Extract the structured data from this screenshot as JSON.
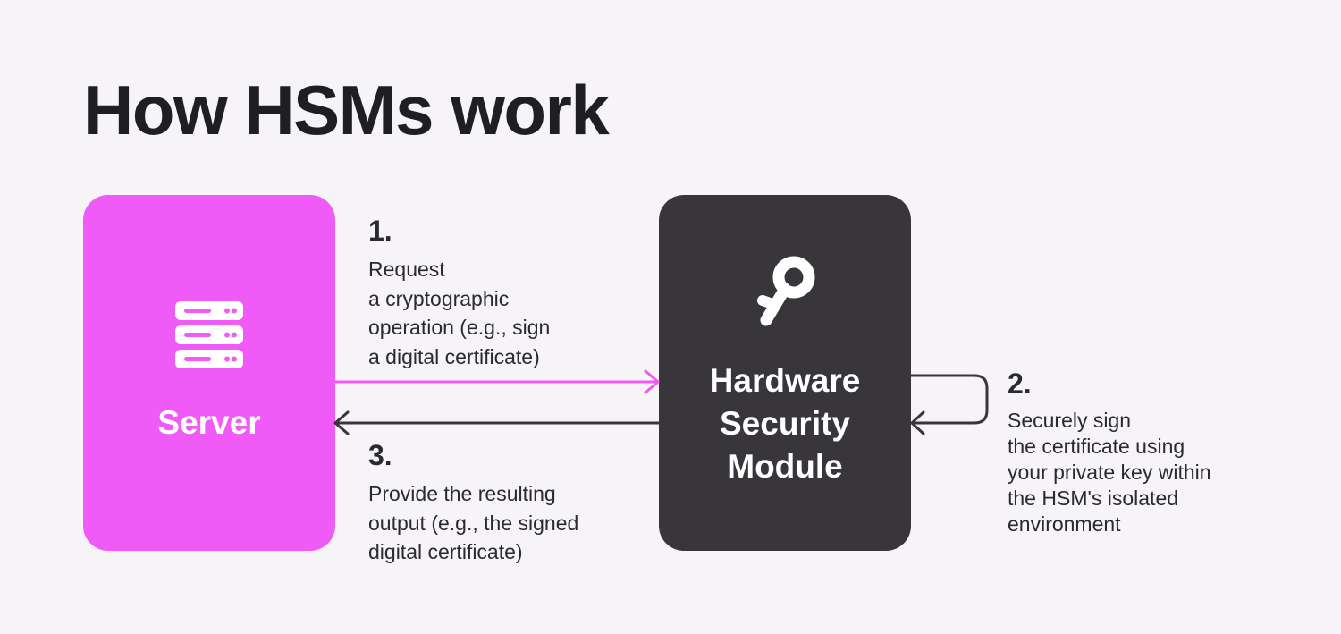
{
  "title": "How HSMs work",
  "colors": {
    "background": "#f6f4f7",
    "server": "#f05af7",
    "hsm": "#38363a",
    "request_arrow": "#f05af7",
    "response_arrow": "#38363a"
  },
  "server": {
    "label": "Server",
    "icon": "server-icon"
  },
  "hsm": {
    "label_lines": [
      "Hardware",
      "Security",
      "Module"
    ],
    "icon": "key-icon"
  },
  "steps": [
    {
      "number": "1.",
      "lines": [
        "Request",
        "a cryptographic",
        "operation (e.g., sign",
        "a digital certificate)"
      ]
    },
    {
      "number": "2.",
      "lines": [
        "Securely sign",
        "the certificate using",
        "your private key within",
        "the HSM's isolated",
        "environment"
      ]
    },
    {
      "number": "3.",
      "lines": [
        "Provide the resulting",
        "output (e.g., the signed",
        "digital certificate)"
      ]
    }
  ]
}
